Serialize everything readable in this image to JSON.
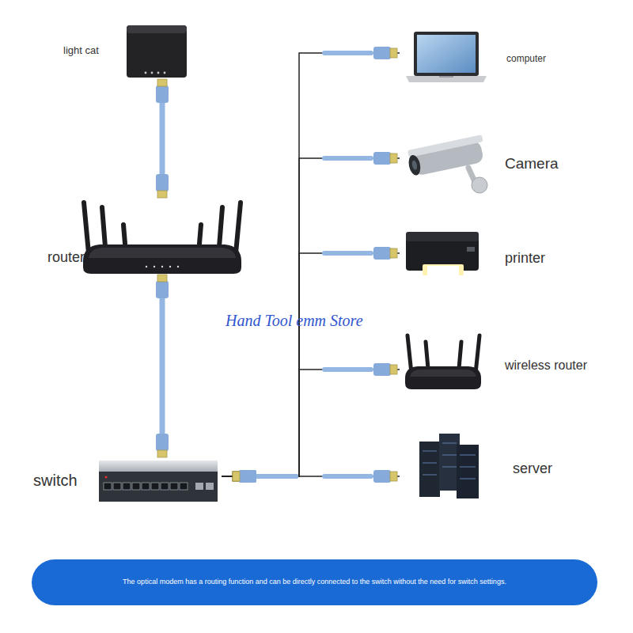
{
  "diagram": {
    "nodes": [
      {
        "text": [
          "light cat"
        ]
      },
      {
        "text": [
          "router"
        ]
      },
      {
        "text": [
          "switch"
        ]
      },
      {
        "text": [
          "computer"
        ]
      },
      {
        "text": [
          "Camera"
        ]
      },
      {
        "text": [
          "printer"
        ]
      },
      {
        "text": [
          "wireless router"
        ]
      },
      {
        "text": [
          "server"
        ]
      },
      {
        "text": [
          "The optical modem has a routing function and can be directly connected to the switch without the need for switch settings."
        ]
      }
    ],
    "edges": [
      {
        "from": 0,
        "to": 1,
        "arrow": "none"
      },
      {
        "from": 1,
        "to": 2,
        "arrow": "none"
      },
      {
        "from": 2,
        "to": 3,
        "arrow": "none"
      },
      {
        "from": 2,
        "to": 4,
        "arrow": "none"
      },
      {
        "from": 2,
        "to": 5,
        "arrow": "none"
      },
      {
        "from": 2,
        "to": 6,
        "arrow": "none"
      },
      {
        "from": 2,
        "to": 7,
        "arrow": "none"
      }
    ],
    "labels": [
      "Hand Tool emm Store"
    ]
  }
}
